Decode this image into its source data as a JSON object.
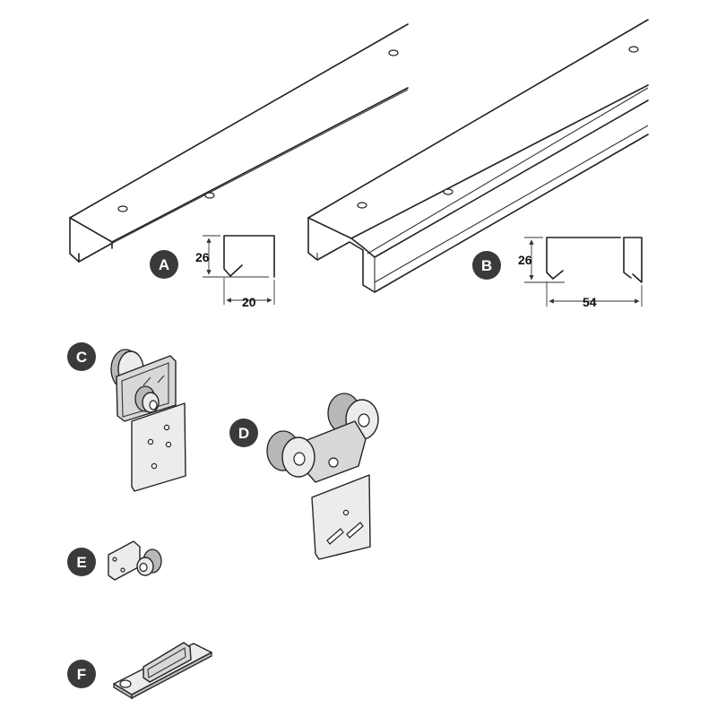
{
  "items": [
    {
      "label": "A",
      "height": "26",
      "width": "20"
    },
    {
      "label": "B",
      "height": "26",
      "width": "54"
    },
    {
      "label": "C"
    },
    {
      "label": "D"
    },
    {
      "label": "E"
    },
    {
      "label": "F"
    }
  ]
}
